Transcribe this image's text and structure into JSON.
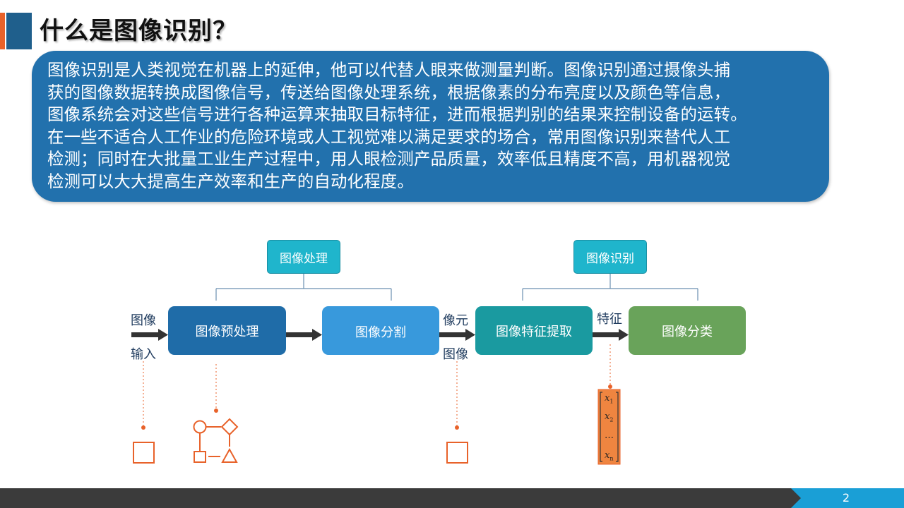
{
  "title": "什么是图像识别？",
  "intro": {
    "lines": [
      "图像识别是人类视觉在机器上的延伸，他可以代替人眼来做测量判断。图像识别通过摄像头捕",
      "获的图像数据转换成图像信号，传送给图像处理系统，根据像素的分布亮度以及颜色等信息，",
      "图像系统会对这些信号进行各种运算来抽取目标特征，进而根据判别的结果来控制设备的运转。",
      "在一些不适合人工作业的危险环境或人工视觉难以满足要求的场合，常用图像识别来替代人工",
      "检测；同时在大批量工业生产过程中，用人眼检测产品质量，效率低且精度不高，用机器视觉",
      "检测可以大大提高生产效率和生产的自动化程度。"
    ]
  },
  "diagram": {
    "groups": {
      "processing": "图像处理",
      "recognition": "图像识别"
    },
    "steps": {
      "preprocess": "图像预处理",
      "segment": "图像分割",
      "feature": "图像特征提取",
      "classify": "图像分类"
    },
    "labels": {
      "input_top": "图像",
      "input_bottom": "输入",
      "pixel_top": "像元",
      "pixel_bottom": "图像",
      "feature_top": "特征"
    },
    "vector": {
      "x1": "x",
      "x1_sub": "1",
      "x2": "x",
      "x2_sub": "2",
      "dots": "…",
      "xn": "x",
      "xn_sub": "n"
    }
  },
  "colors": {
    "title_accent_orange": "#e8622a",
    "title_accent_blue": "#1f5f8c",
    "intro_bg": "#2271ad",
    "group_box": "#1fb5cc",
    "step_preprocess": "#1f6ca8",
    "step_segment": "#3899dc",
    "step_feature": "#1a9aa0",
    "step_classify": "#69a35a",
    "orange": "#e8622a",
    "footer_dark": "#3b3b3b",
    "footer_tab": "#1a9fd6"
  },
  "footer": {
    "page_number": "2"
  }
}
